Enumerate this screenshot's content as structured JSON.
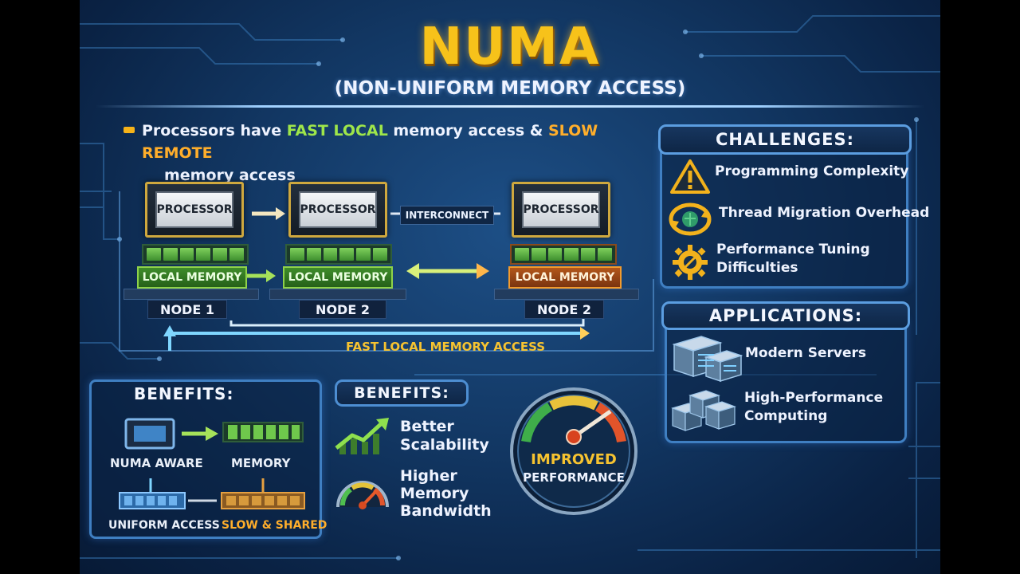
{
  "title": "NUMA",
  "subtitle": "(NON-UNIFORM MEMORY ACCESS)",
  "intro": {
    "part1": "Processors have ",
    "fast": "FAST LOCAL",
    "part2": " memory access & ",
    "slow": "SLOW REMOTE",
    "line2": "memory access"
  },
  "diagram": {
    "processor_label": "PROCESSOR",
    "interconnect": "INTERCONNECT",
    "fast_access": "FAST LOCAL MEMORY ACCESS",
    "nodes": [
      {
        "processor": "PROCESSOR",
        "memory": "LOCAL MEMORY",
        "label": "NODE 1"
      },
      {
        "processor": "PROCESSOR",
        "memory": "LOCAL MEMORY",
        "label": "NODE 2"
      },
      {
        "processor": "PROCESSOR",
        "memory": "LOCAL MEMORY",
        "label": "NODE 2"
      }
    ]
  },
  "challenges": {
    "title": "CHALLENGES:",
    "items": [
      {
        "line1": "Programming Complexity",
        "line2": "",
        "icon": "warning-icon"
      },
      {
        "line1": "Thread Migration Overhead",
        "line2": "",
        "icon": "cycle-icon"
      },
      {
        "line1": "Performance Tuning",
        "line2": "Difficulties",
        "icon": "gear-icon"
      }
    ]
  },
  "applications": {
    "title": "APPLICATIONS:",
    "items": [
      {
        "line1": "Modern Servers",
        "line2": "",
        "icon": "servers-icon"
      },
      {
        "line1": "High-Performance",
        "line2": "Computing",
        "icon": "cluster-icon"
      }
    ]
  },
  "benefits_left": {
    "title": "BENEFITS:",
    "numa_aware": "NUMA AWARE",
    "memory": "MEMORY",
    "uniform": "UNIFORM ACCESS",
    "slow_shared": "SLOW & SHARED"
  },
  "benefits_mid": {
    "title": "BENEFITS:",
    "items": [
      {
        "line1": "Better",
        "line2": "Scalability",
        "line3": "",
        "icon": "growth-chart-icon"
      },
      {
        "line1": "Higher",
        "line2": "Memory",
        "line3": "Bandwidth",
        "icon": "speedometer-icon"
      }
    ]
  },
  "performance": {
    "line1": "IMPROVED",
    "line2": "PERFORMANCE"
  },
  "colors": {
    "accent": "#f7c21a",
    "local": "#8fd24a",
    "remote": "#f29a2c",
    "frame": "#3f7fc2"
  }
}
